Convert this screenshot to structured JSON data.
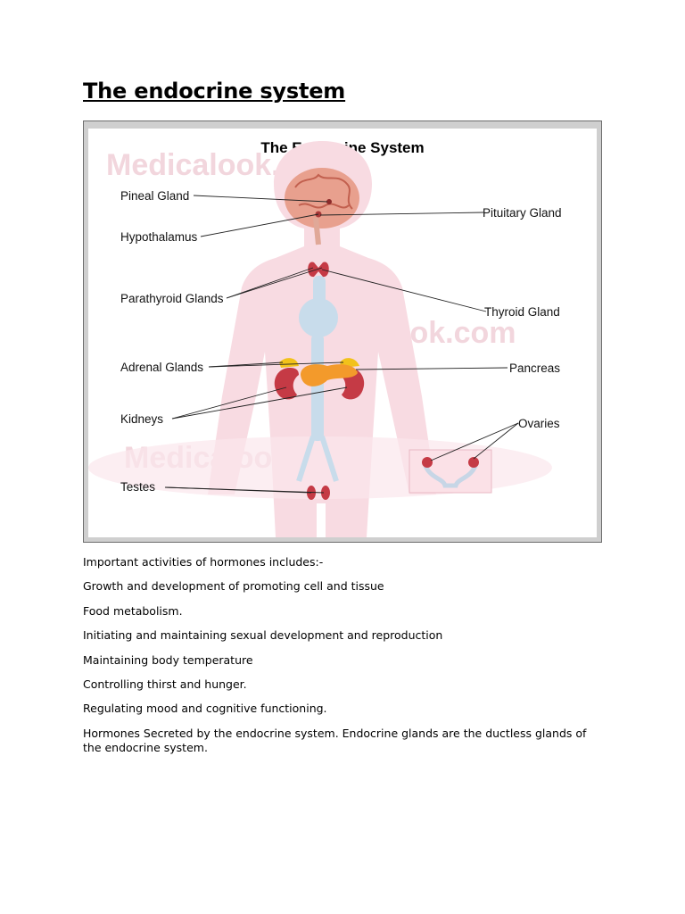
{
  "document": {
    "title": "The endocrine system",
    "paragraphs": [
      "Important activities of hormones includes:-",
      "Growth and development of promoting cell and tissue",
      "Food metabolism.",
      "Initiating and maintaining sexual development and reproduction",
      "Maintaining body temperature",
      "Controlling thirst and hunger.",
      "Regulating mood and cognitive functioning.",
      "Hormones Secreted by the endocrine system. Endocrine glands are the ductless glands of the endocrine system."
    ]
  },
  "figure": {
    "title": "The Endocrine System",
    "watermark": "Medicalook.com",
    "labels": {
      "pineal": "Pineal Gland",
      "hypothalamus": "Hypothalamus",
      "parathyroid": "Parathyroid Glands",
      "adrenal": "Adrenal Glands",
      "kidneys": "Kidneys",
      "testes": "Testes",
      "pituitary": "Pituitary Gland",
      "thyroid": "Thyroid Gland",
      "pancreas": "Pancreas",
      "ovaries": "Ovaries"
    },
    "colors": {
      "body": "#f8dbe2",
      "brain": "#e8a08e",
      "organ": "#c53a45",
      "pancreas": "#f39a2b",
      "adrenal": "#f2c21a",
      "vessels": "#c8dceb"
    }
  }
}
